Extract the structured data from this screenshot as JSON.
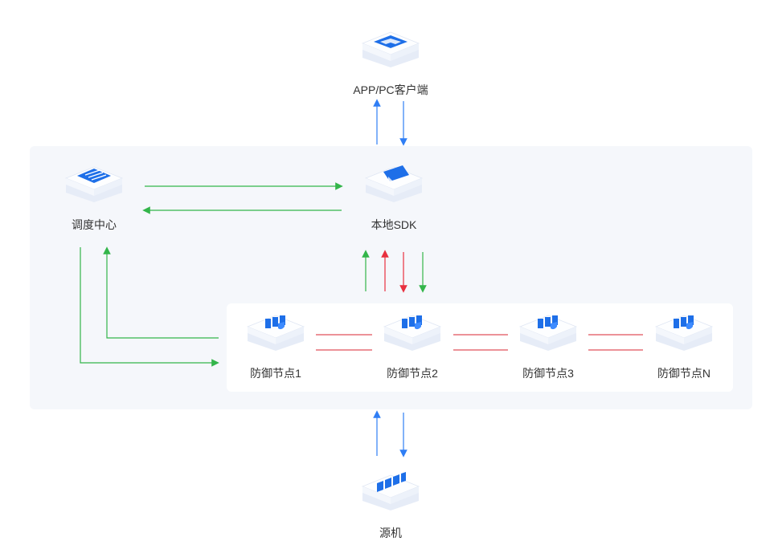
{
  "nodes": {
    "client": "APP/PC客户端",
    "dispatch": "调度中心",
    "sdk": "本地SDK",
    "defense1": "防御节点1",
    "defense2": "防御节点2",
    "defense3": "防御节点3",
    "defenseN": "防御节点N",
    "origin": "源机"
  },
  "icons": {
    "client": "window-icon",
    "dispatch": "control-panel-icon",
    "sdk": "sdk-icon",
    "defense": "server-shield-icon",
    "origin": "server-rack-icon"
  },
  "colors": {
    "blue_arrow": "#2f7ef5",
    "green_arrow": "#33b54a",
    "red_arrow": "#e8303f",
    "link_line": "#e0505a",
    "panel_bg": "#f5f7fb",
    "icon_blue": "#1e6fe8"
  }
}
